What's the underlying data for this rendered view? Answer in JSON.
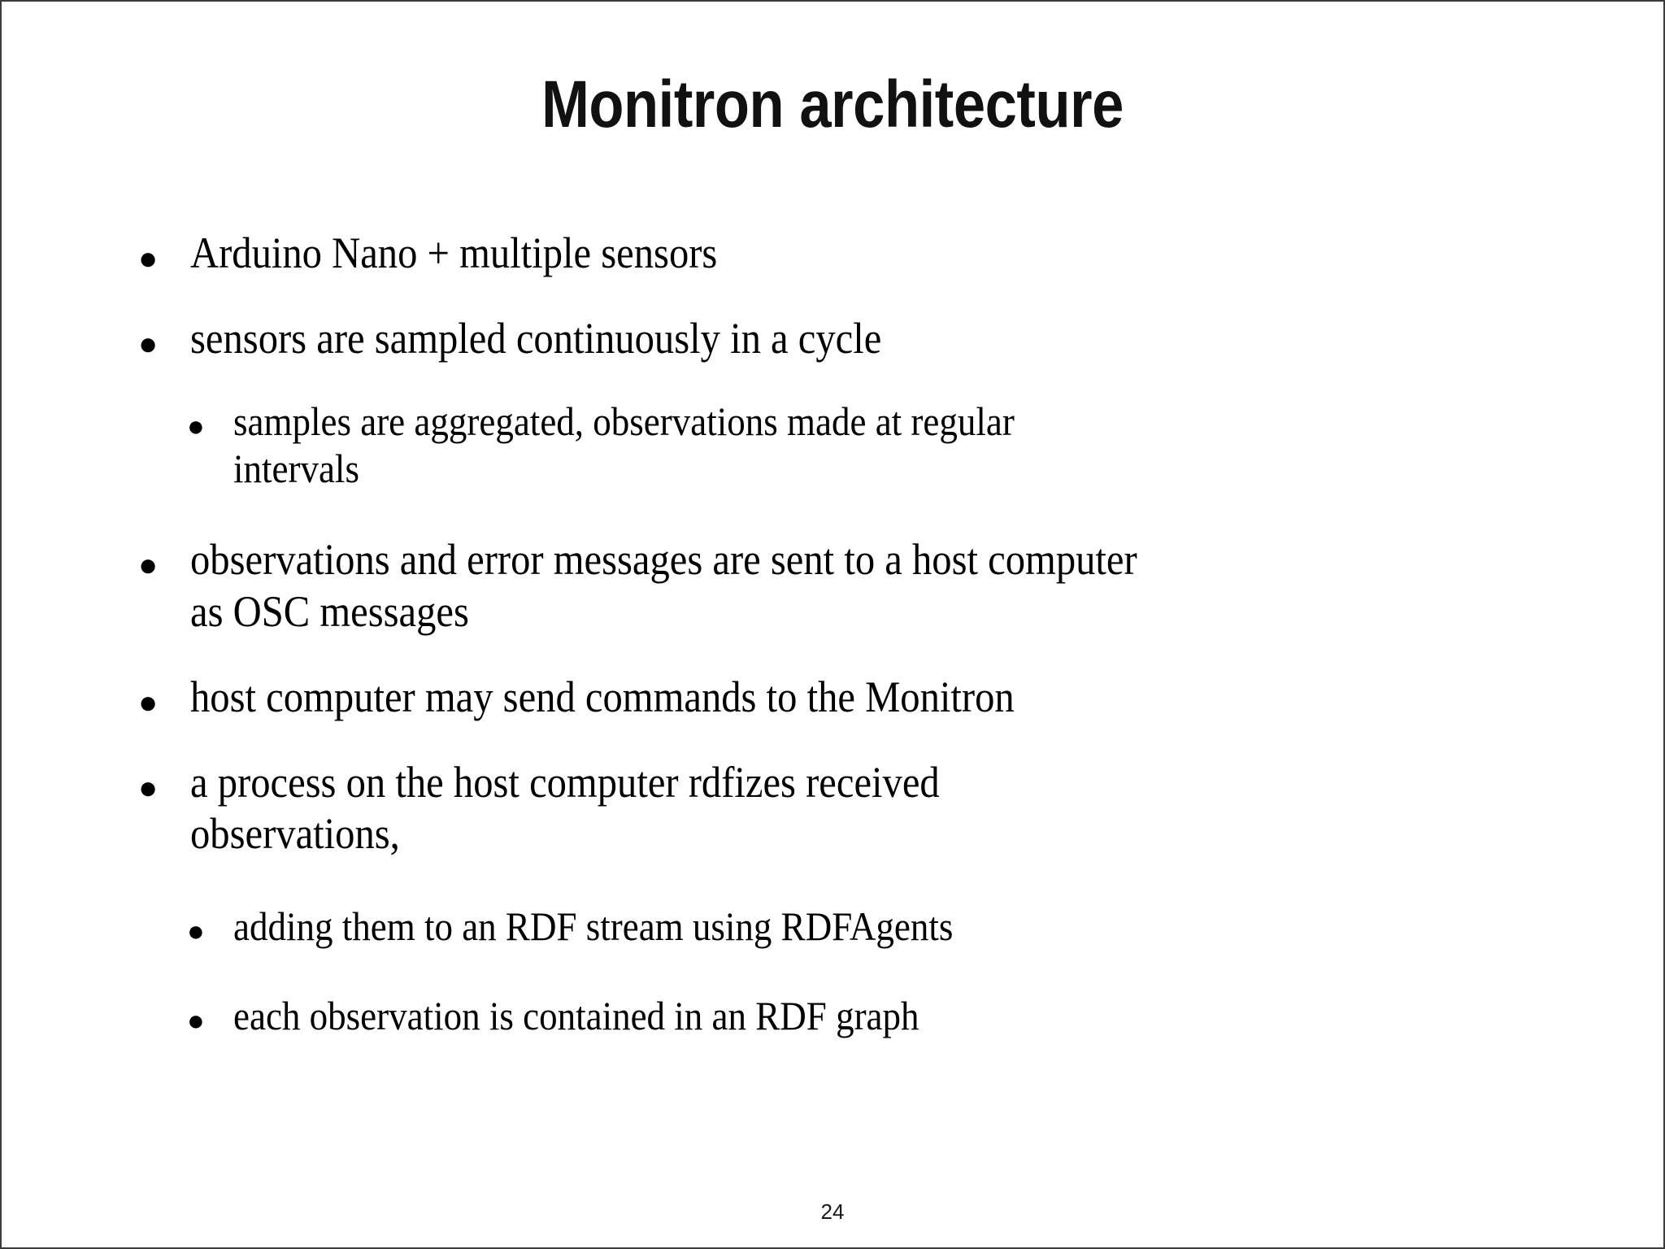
{
  "slide": {
    "title": "Monitron architecture",
    "page_number": "24",
    "background_color": "#ffffff",
    "text_color": "#000000",
    "border_color": "#3c3c3e",
    "bullet_glyph": "●"
  },
  "bullets": [
    {
      "level": 1,
      "text": "Arduino Nano + multiple sensors"
    },
    {
      "level": 1,
      "text": "sensors are sampled continuously in a cycle"
    },
    {
      "level": 2,
      "text": "samples are aggregated, observations made at regular intervals"
    },
    {
      "level": 1,
      "text": "observations and error messages are sent to a host computer as OSC messages"
    },
    {
      "level": 1,
      "text": "host computer may send commands to the Monitron"
    },
    {
      "level": 1,
      "text": "a process on the host computer rdfizes received observations,"
    },
    {
      "level": 2,
      "text": "adding them to an RDF stream using RDFAgents"
    },
    {
      "level": 2,
      "text": "each observation is contained in an RDF graph"
    }
  ]
}
